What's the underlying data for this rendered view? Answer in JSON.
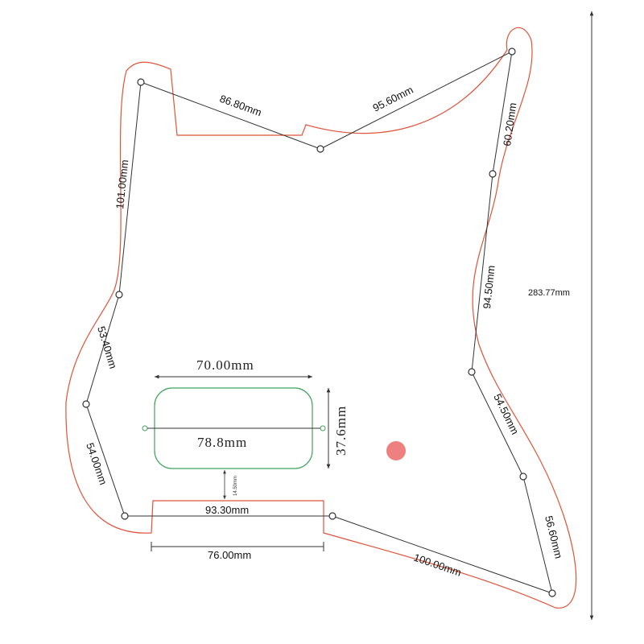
{
  "colors": {
    "outline": "#e0533a",
    "pickup": "#3fa35a",
    "marker": "#ef8080",
    "line": "#333333"
  },
  "labels": {
    "top_left": "86.80mm",
    "top_right": "95.60mm",
    "right_top": "60.20mm",
    "left_top": "101.00mm",
    "right_mid": "94.50mm",
    "left_mid": "53.40mm",
    "right_lower": "54.50mm",
    "left_lower": "54.00mm",
    "right_bottom": "56.60mm",
    "bottom_diag": "100.00mm",
    "bottom_inner": "93.30mm",
    "bottom_width": "76.00mm",
    "overall_height": "283.77mm",
    "pickup_width": "70.00mm",
    "pickup_span": "78.8mm",
    "pickup_height": "37.6mm",
    "pickup_gap": "14.50mm"
  }
}
